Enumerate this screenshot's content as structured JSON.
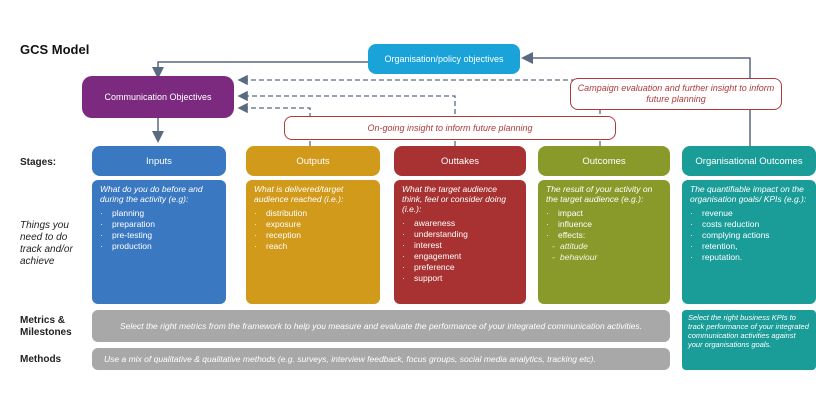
{
  "title": "GCS Model",
  "top_box": {
    "label": "Organisation/policy objectives",
    "color": "#1aa3d9"
  },
  "comm_objectives": {
    "label": "Communication Objectives",
    "color": "#7b2a7f"
  },
  "feedback_boxes": {
    "campaign_eval": "Campaign evaluation and further insight to inform future planning",
    "ongoing_insight": "On-going insight to inform future planning"
  },
  "row_labels": {
    "stages": "Stages:",
    "things": "Things you need to do track and/or achieve",
    "metrics": "Metrics & Milestones",
    "methods": "Methods"
  },
  "stages": [
    {
      "label": "Inputs",
      "color": "#3a78c2",
      "question": "What do you do before and during the activity (e.g):",
      "items": [
        "planning",
        "preparation",
        "pre-testing",
        "production"
      ],
      "subitems": []
    },
    {
      "label": "Outputs",
      "color": "#d19a1a",
      "question": "What is delivered/target audience reached (i.e.):",
      "items": [
        "distribution",
        "exposure",
        "reception",
        "reach"
      ],
      "subitems": []
    },
    {
      "label": "Outtakes",
      "color": "#a83232",
      "question": "What the target audience think, feel or consider doing (i.e.):",
      "items": [
        "awareness",
        "understanding",
        "interest",
        "engagement",
        "preference",
        "support"
      ],
      "subitems": []
    },
    {
      "label": "Outcomes",
      "color": "#8a9a2a",
      "question": "The result of your activity on the target audience (e.g.):",
      "items": [
        "impact",
        "influence",
        "effects:"
      ],
      "subitems": [
        "attitude",
        "behaviour"
      ]
    },
    {
      "label": "Organisational Outcomes",
      "color": "#1a9c98",
      "question": "The quantifiable impact on the organisation goals/ KPIs (e.g.):",
      "items": [
        "revenue",
        "costs reduction",
        "complying actions",
        "retention,",
        "reputation."
      ],
      "subitems": []
    }
  ],
  "metrics_text": "Select the right metrics from the framework to help you measure and evaluate the performance of your integrated communication activities.",
  "methods_text": "Use a mix of qualitative & qualitative methods (e.g. surveys, interview feedback, focus groups, social media analytics, tracking etc).",
  "kpi_note": "Select the right business KPIs to track performance of your integrated communication activities against your organisations goals."
}
